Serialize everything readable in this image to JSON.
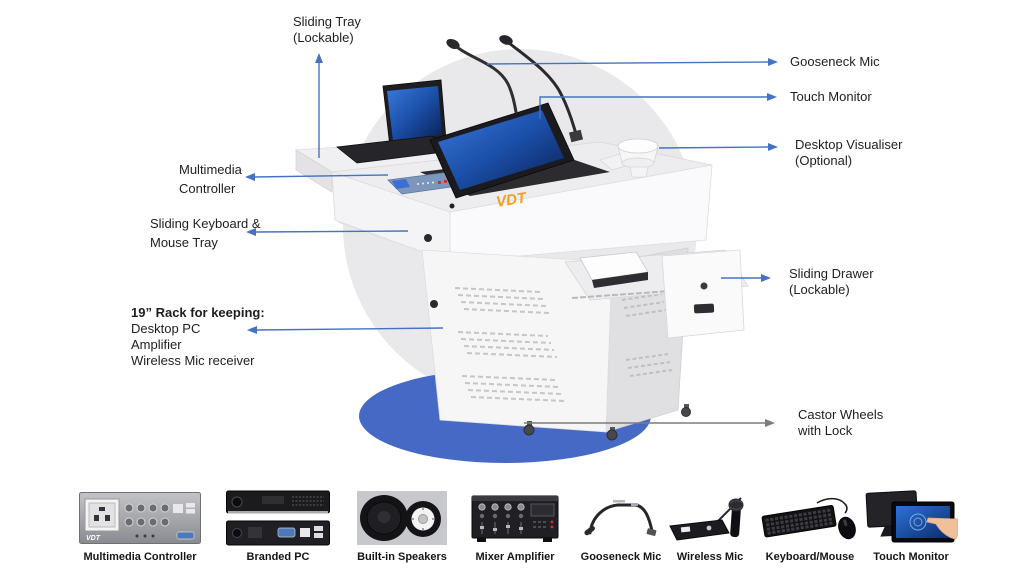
{
  "illustration": {
    "brand": "VDT",
    "colors": {
      "arrow_blue": "#4472C4",
      "arrow_gray": "#7C7C7E",
      "circle_gray": "#E9E9EB",
      "ellipse_blue": "#4769C6",
      "logo_orange": "#F59E1B"
    }
  },
  "callouts": {
    "sliding_tray": {
      "line1": "Sliding Tray",
      "line2": "(Lockable)"
    },
    "multimedia_controller": {
      "line1": "Multimedia",
      "line2": "Controller"
    },
    "sliding_keyboard_tray": {
      "line1": "Sliding Keyboard &",
      "line2": "Mouse Tray"
    },
    "rack": {
      "title": "19” Rack for keeping:",
      "items": [
        "Desktop PC",
        "Amplifier",
        "Wireless Mic receiver"
      ]
    },
    "gooseneck_mic": {
      "label": "Gooseneck Mic"
    },
    "touch_monitor": {
      "label": "Touch Monitor"
    },
    "desktop_visualiser": {
      "line1": "Desktop Visualiser",
      "line2": "(Optional)"
    },
    "sliding_drawer": {
      "line1": "Sliding Drawer",
      "line2": "(Lockable)"
    },
    "castor_wheels": {
      "line1": "Castor Wheels",
      "line2": "with Lock"
    }
  },
  "products": [
    {
      "label": "Multimedia Controller",
      "brand": "VDT"
    },
    {
      "label": "Branded PC"
    },
    {
      "label": "Built-in Speakers"
    },
    {
      "label": "Mixer Amplifier"
    },
    {
      "label": "Gooseneck Mic"
    },
    {
      "label": "Wireless Mic"
    },
    {
      "label": "Keyboard/Mouse"
    },
    {
      "label": "Touch Monitor"
    }
  ]
}
